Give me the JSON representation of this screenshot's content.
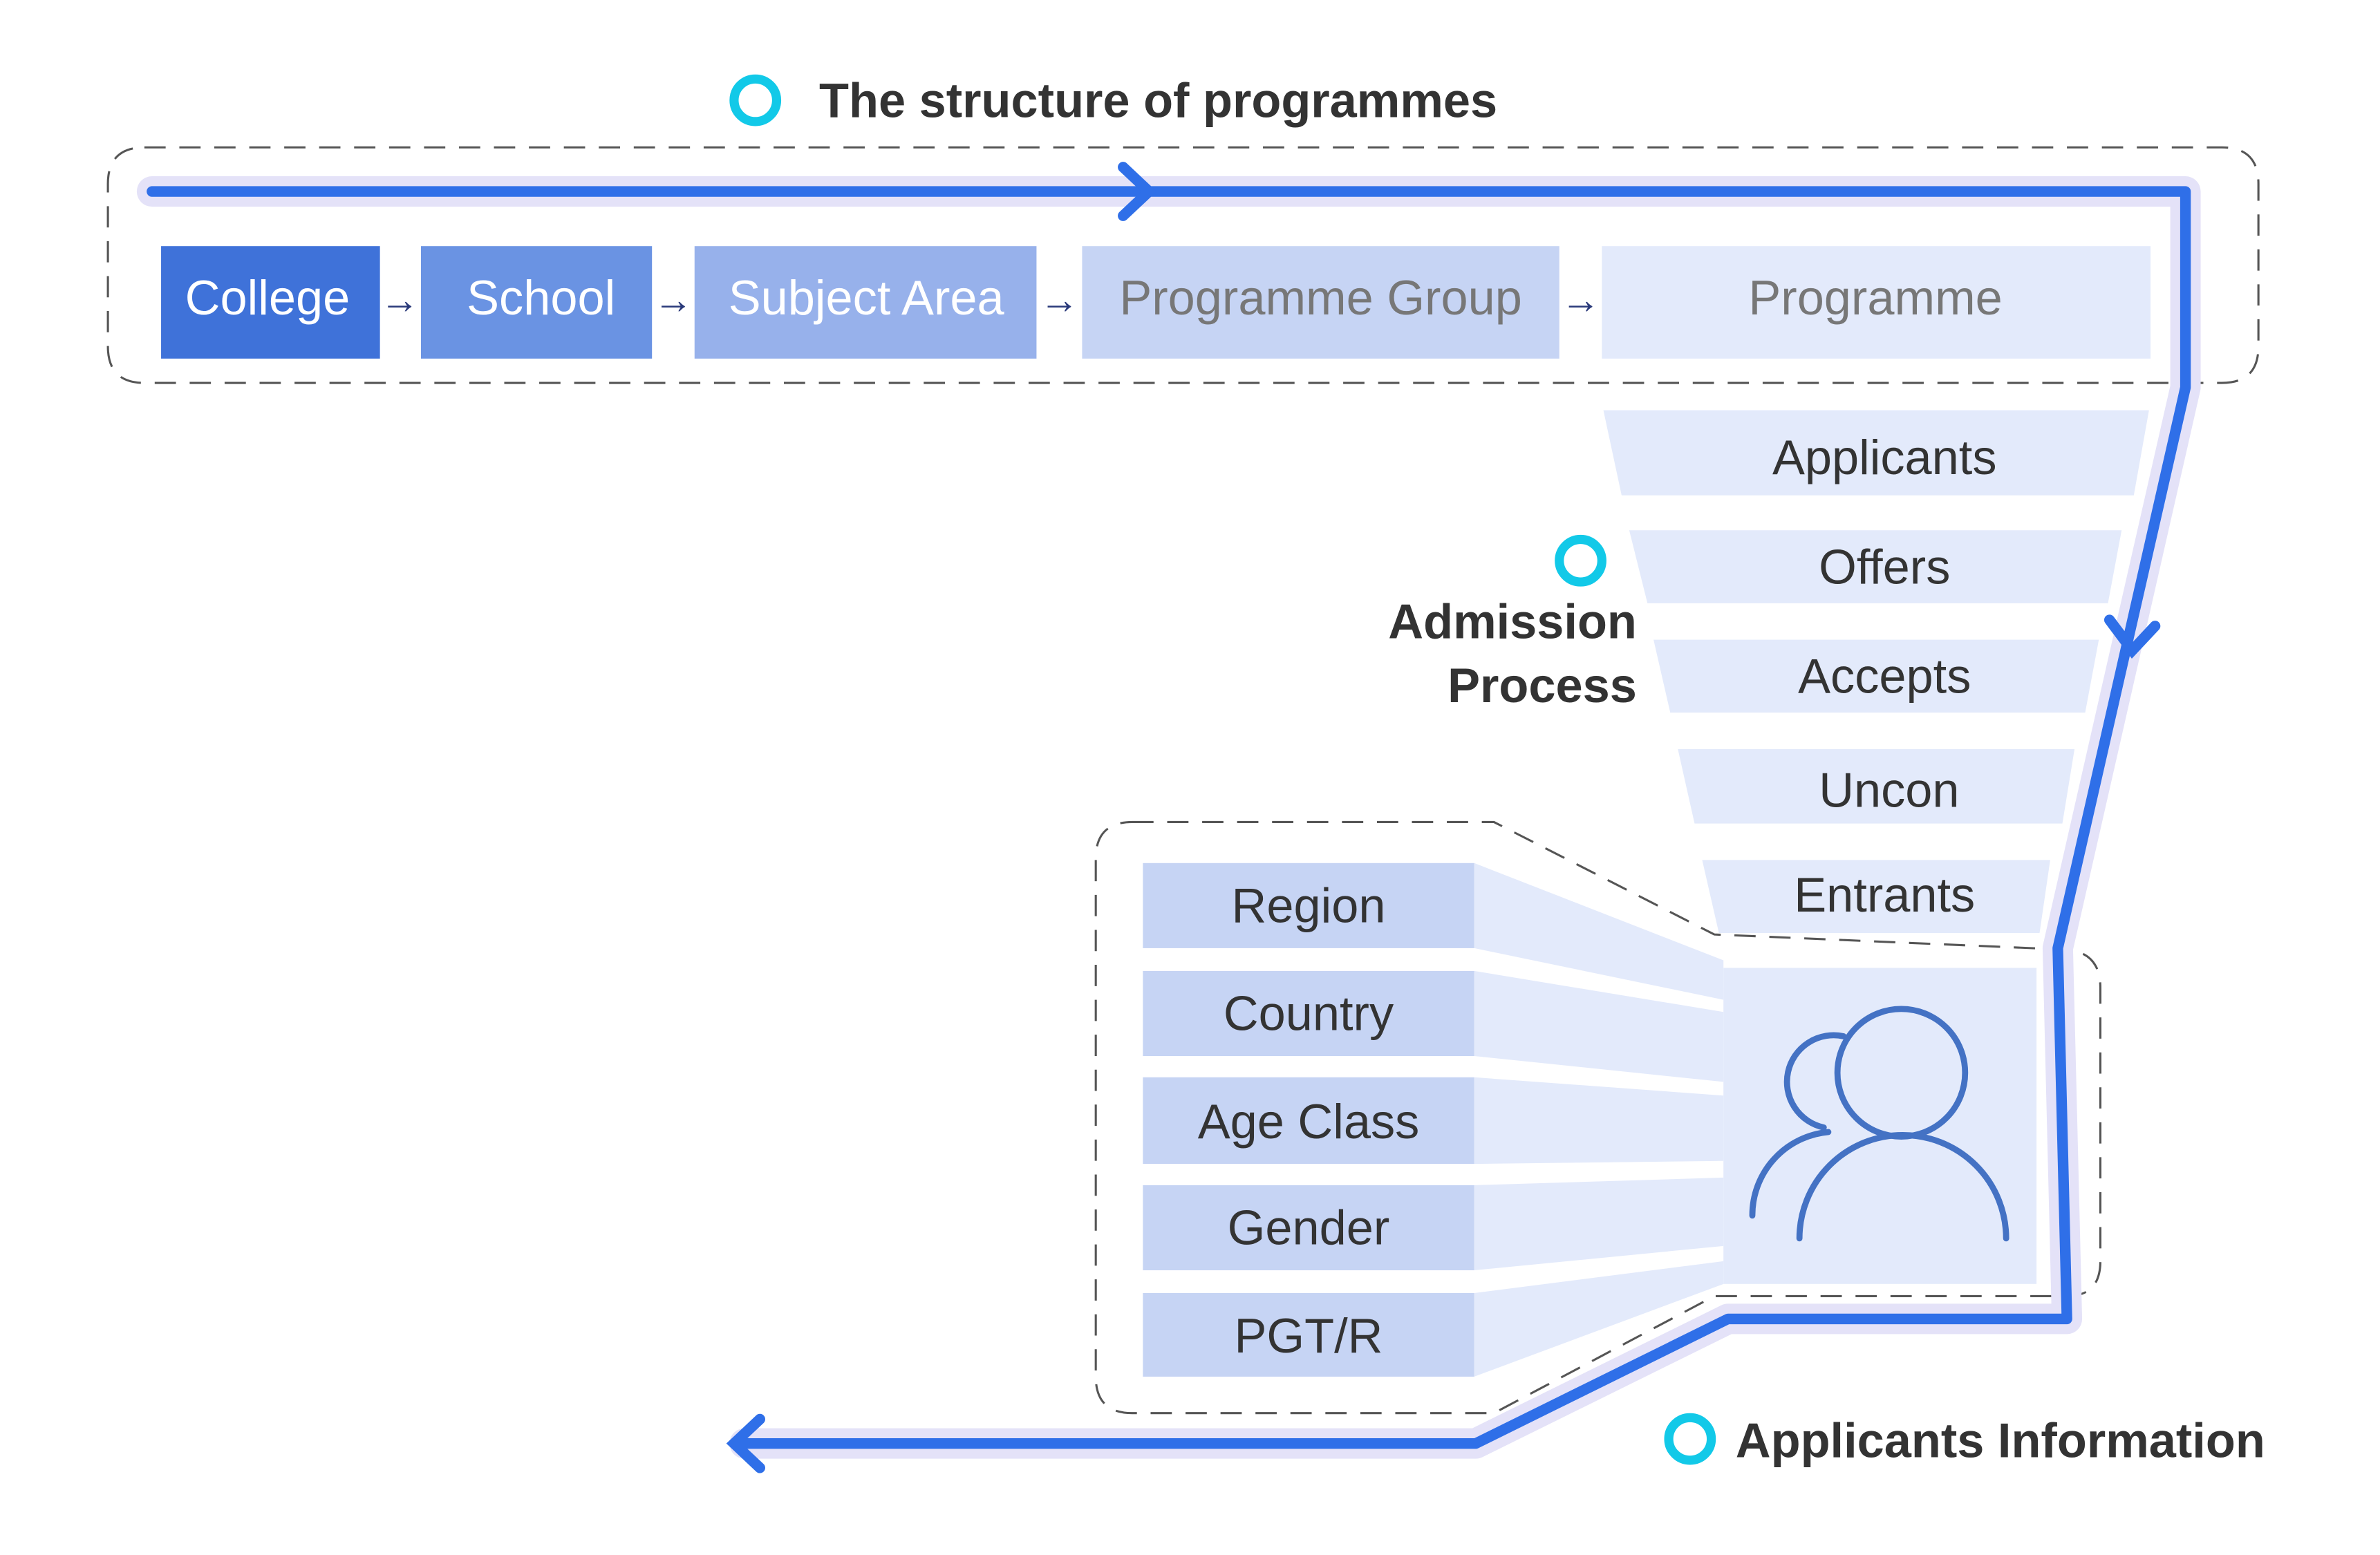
{
  "colors": {
    "background": "#ffffff",
    "flow_line": "#2f6fe8",
    "flow_halo": "#e4e2f8",
    "accent_ring": "#12c9e8",
    "dashed_border": "#555555",
    "heading_text": "#333333",
    "level_fills": [
      "#3f72d9",
      "#6a93e3",
      "#97b1eb",
      "#c6d4f4",
      "#e3eafb"
    ],
    "funnel_fill": "#e3eafb",
    "attribute_fill": "#c6d4f4",
    "beam_fill": "#e3eafb",
    "user_icon_stroke": "#4472c4"
  },
  "sections": {
    "structure": {
      "title": "The structure of programmes"
    },
    "admission": {
      "title_line1": "Admission",
      "title_line2": "Process"
    },
    "applicants": {
      "title": "Applicants Information"
    }
  },
  "hierarchy": {
    "levels": [
      "College",
      "School",
      "Subject Area",
      "Programme Group",
      "Programme"
    ],
    "arrow_glyph": "→"
  },
  "funnel": {
    "stages": [
      "Applicants",
      "Offers",
      "Accepts",
      "Uncon",
      "Entrants"
    ]
  },
  "applicant_attributes": {
    "items": [
      "Region",
      "Country",
      "Age Class",
      "Gender",
      "PGT/R"
    ],
    "icon": "users-icon"
  }
}
